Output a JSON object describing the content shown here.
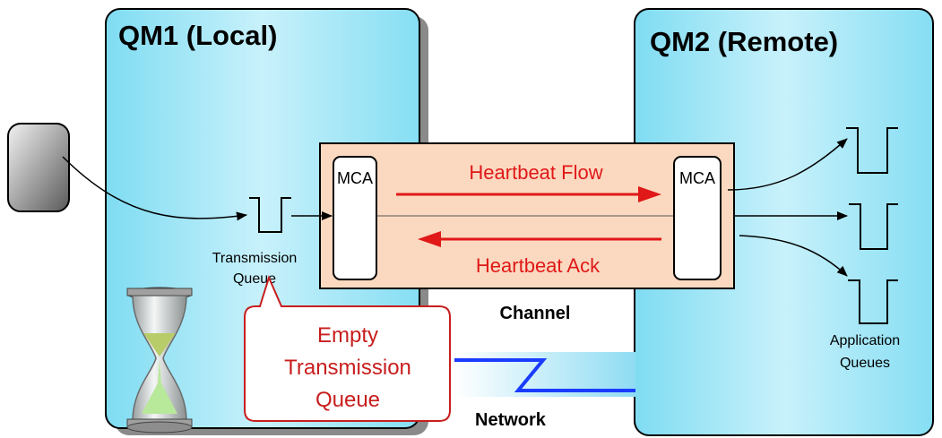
{
  "qm1": {
    "title": "QM1 (Local)"
  },
  "qm2": {
    "title": "QM2 (Remote)"
  },
  "channel": {
    "mca_left": "MCA",
    "mca_right": "MCA",
    "heartbeat_flow": "Heartbeat Flow",
    "heartbeat_ack": "Heartbeat Ack",
    "label": "Channel"
  },
  "transmission_queue": {
    "line1": "Transmission",
    "line2": "Queue"
  },
  "callout": {
    "line1": "Empty",
    "line2": "Transmission",
    "line3": "Queue"
  },
  "network": {
    "label": "Network"
  },
  "application_queues": {
    "line1": "Application",
    "line2": "Queues"
  },
  "colors": {
    "qm_fill": "#8fe3f6",
    "channel_fill": "#fbd9c0",
    "heartbeat_red": "#e01818",
    "callout_text": "#c81e1e",
    "network_line": "#1a3cff"
  }
}
